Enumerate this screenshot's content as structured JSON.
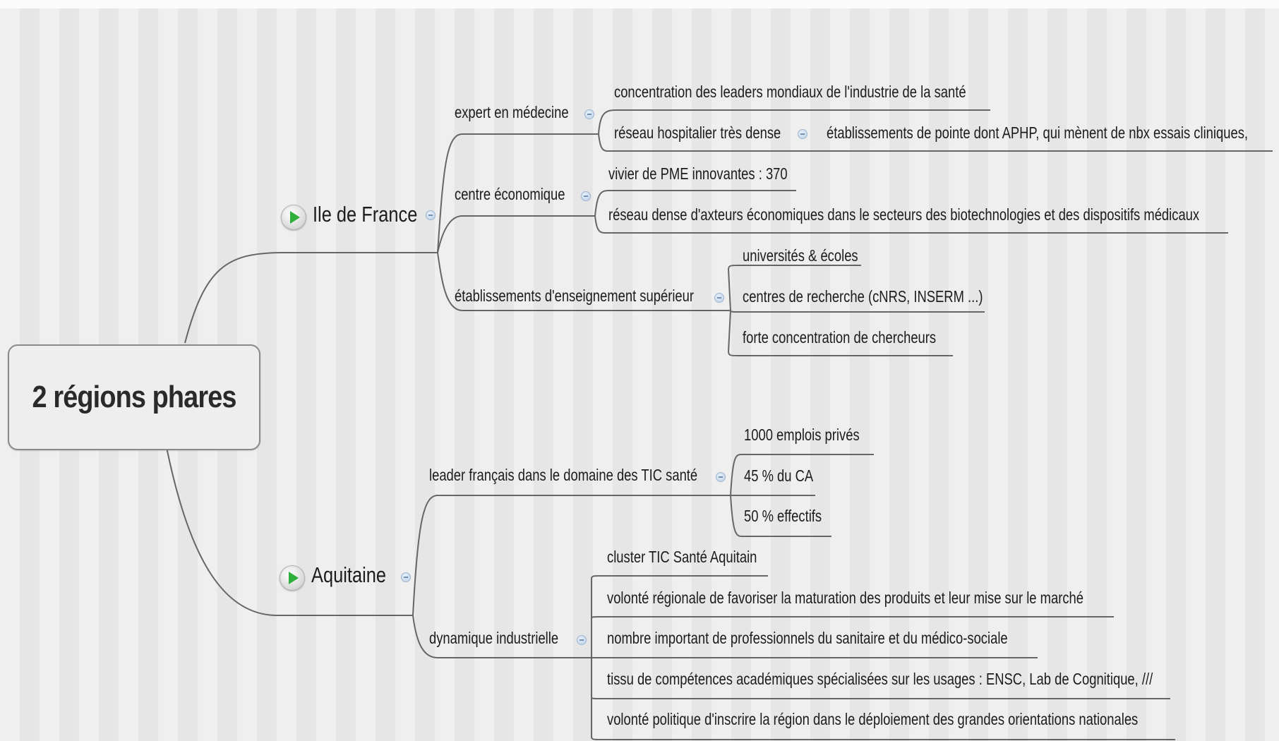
{
  "root": {
    "label": "2 régions phares"
  },
  "branches": [
    {
      "label": "Ile de France",
      "children": [
        {
          "label": "expert en médecine",
          "children": [
            {
              "label": "concentration des leaders mondiaux de l'industrie de la santé"
            },
            {
              "label": "réseau hospitalier très dense",
              "children": [
                {
                  "label": "établissements de pointe dont APHP, qui mènent de nbx essais cliniques,"
                }
              ]
            }
          ]
        },
        {
          "label": "centre économique",
          "children": [
            {
              "label": "vivier de PME innovantes : 370"
            },
            {
              "label": "réseau dense d'axteurs économiques dans le secteurs des biotechnologies et des dispositifs médicaux"
            }
          ]
        },
        {
          "label": "établissements d'enseignement supérieur",
          "children": [
            {
              "label": "universités & écoles"
            },
            {
              "label": "centres de recherche (cNRS, INSERM ...)"
            },
            {
              "label": "forte concentration de chercheurs"
            }
          ]
        }
      ]
    },
    {
      "label": "Aquitaine",
      "children": [
        {
          "label": "leader français dans le domaine des TIC santé",
          "children": [
            {
              "label": "1000 emplois privés"
            },
            {
              "label": "45 % du CA"
            },
            {
              "label": "50 % effectifs"
            }
          ]
        },
        {
          "label": "dynamique industrielle",
          "children": [
            {
              "label": "cluster TIC Santé Aquitain"
            },
            {
              "label": "volonté régionale de favoriser la maturation des produits et leur mise sur le marché"
            },
            {
              "label": "nombre important de professionnels du sanitaire et du médico-sociale"
            },
            {
              "label": "tissu de compétences académiques spécialisées sur les usages : ENSC, Lab de Cognitique, ///"
            },
            {
              "label": "volonté politique d'inscrire la région dans le déploiement des grandes orientations nationales"
            }
          ]
        }
      ]
    }
  ]
}
